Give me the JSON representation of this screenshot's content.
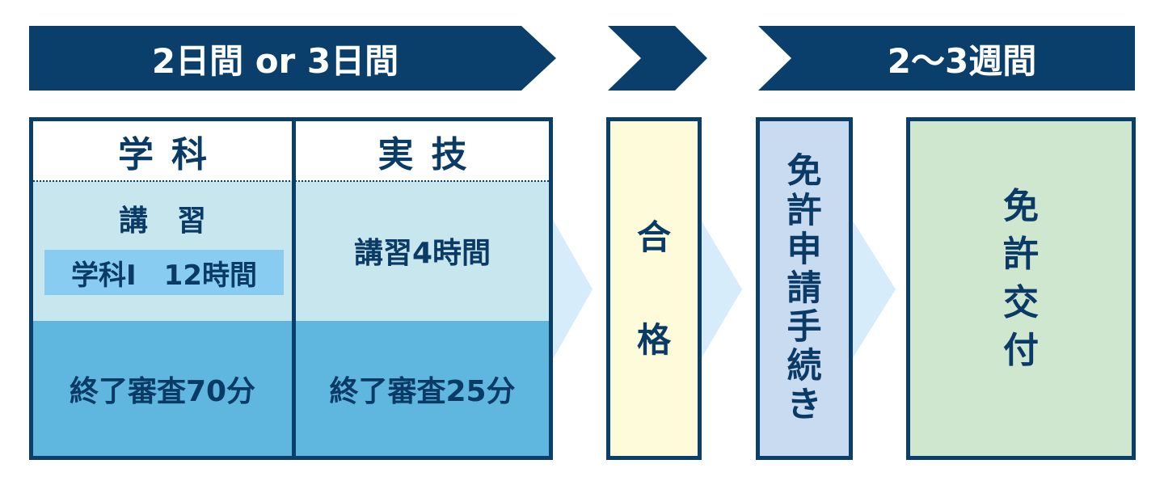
{
  "banners": {
    "left": "2日間 or 3日間",
    "right": "2～3週間"
  },
  "gakka": {
    "header": "学科",
    "lecture_label": "講　習",
    "lecture_detail": "学科Ⅰ　12時間",
    "exam": "終了審査70分"
  },
  "jitsugi": {
    "header": "実技",
    "lecture": "講習4時間",
    "exam": "終了審査25分"
  },
  "pass": [
    "合",
    "格"
  ],
  "application": [
    "免",
    "許",
    "申",
    "請",
    "手",
    "続",
    "き"
  ],
  "issue": [
    "免",
    "許",
    "交",
    "付"
  ],
  "colors": {
    "navy": "#0a3f6b",
    "light_blue": "#c8e6ee",
    "mid_blue": "#5fb7e0",
    "highlight_blue": "#88cdf1",
    "pale_arrow": "#d6ecfa",
    "pass_yellow": "#fdfbd9",
    "app_blue": "#c8dbf1",
    "issue_green": "#cfe6cf"
  }
}
